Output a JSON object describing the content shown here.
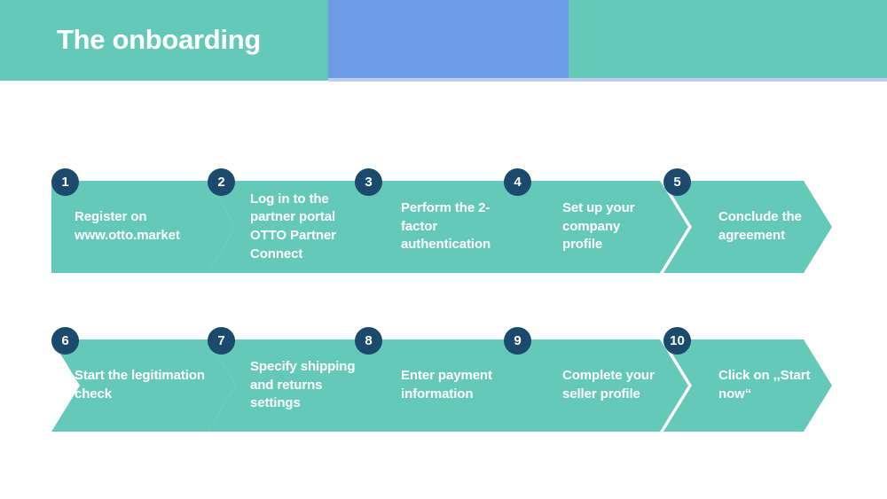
{
  "header": {
    "title": "The onboarding",
    "band_color": "#64c9b8",
    "accent_color": "#6d9be6",
    "underline_color": "#b9cef1"
  },
  "theme": {
    "chevron_color": "#64c9b8",
    "badge_color": "#1b4a6d",
    "text_color": "#ffffff",
    "background": "#ffffff"
  },
  "flow": {
    "rows": [
      {
        "name": "row-1",
        "steps": [
          {
            "number": "1",
            "label": "Register on www.otto.market"
          },
          {
            "number": "2",
            "label": "Log in to the partner portal OTTO Partner Connect"
          },
          {
            "number": "3",
            "label": "Perform the 2-factor authentication"
          },
          {
            "number": "4",
            "label": "Set up your company profile"
          },
          {
            "number": "5",
            "label": "Conclude the agreement"
          }
        ]
      },
      {
        "name": "row-2",
        "steps": [
          {
            "number": "6",
            "label": "Start the legitimation check"
          },
          {
            "number": "7",
            "label": "Specify shipping and returns settings"
          },
          {
            "number": "8",
            "label": "Enter payment information"
          },
          {
            "number": "9",
            "label": "Complete your seller profile"
          },
          {
            "number": "10",
            "label": "Click on ,,Start now“"
          }
        ]
      }
    ]
  }
}
